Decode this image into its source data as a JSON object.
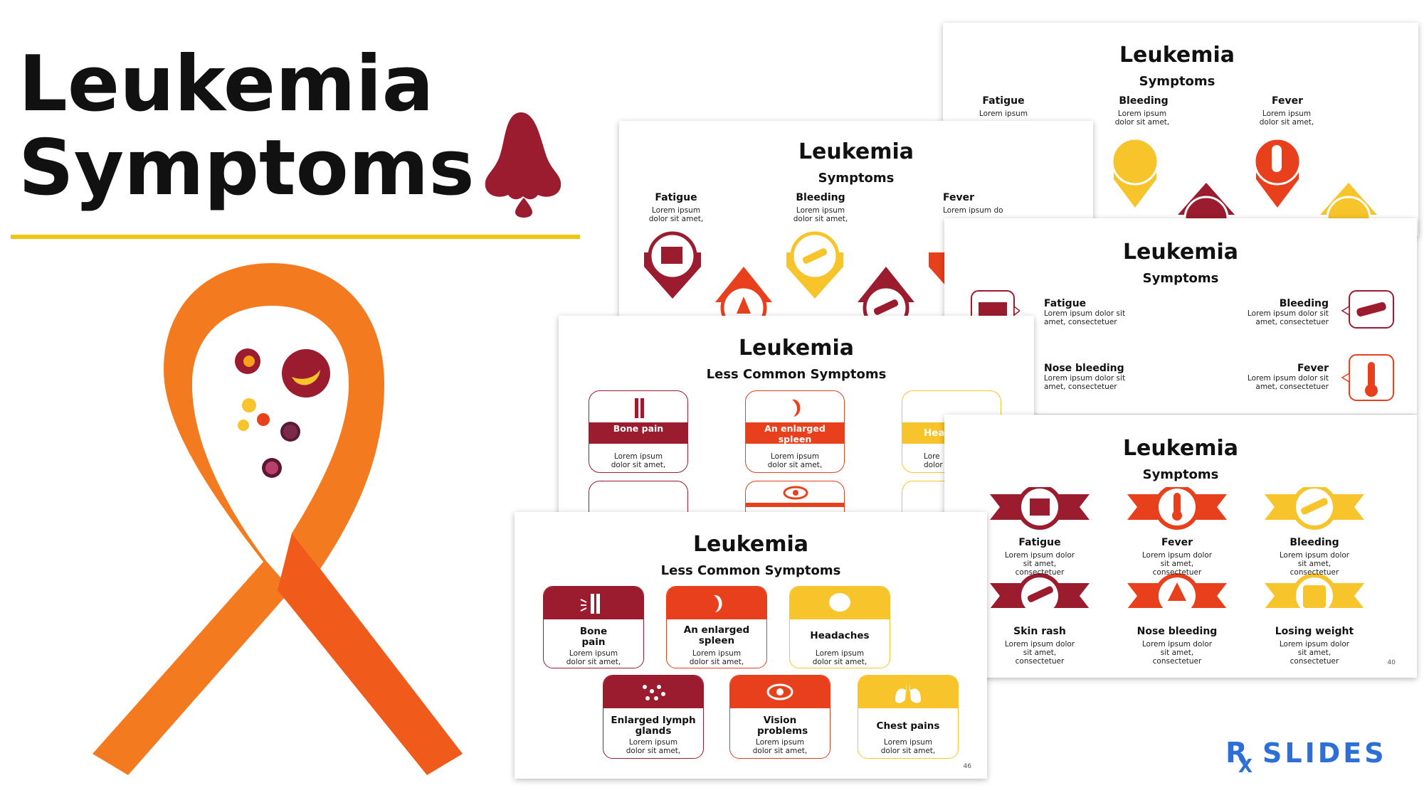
{
  "hero": {
    "title_line1": "Leukemia",
    "title_line2": "Symptoms"
  },
  "colors": {
    "maroon": "#9b1c2e",
    "red": "#e8401c",
    "yellow": "#f7c42b",
    "orange": "#f47a20",
    "accent_rule": "#f1c40f",
    "logo_blue": "#2d6fd6"
  },
  "slide_a": {
    "title": "Leukemia",
    "subtitle": "Symptoms",
    "items": [
      {
        "label": "Fatigue",
        "text": "Lorem ipsum"
      },
      {
        "label": "Bleeding",
        "text": "Lorem ipsum dolor sit amet,"
      },
      {
        "label": "Fever",
        "text": "Lorem ipsum dolor sit amet,"
      }
    ]
  },
  "slide_b": {
    "title": "Leukemia",
    "subtitle": "Symptoms",
    "items": [
      {
        "label": "Fatigue",
        "text": "Lorem ipsum dolor sit amet,"
      },
      {
        "label": "Bleeding",
        "text": "Lorem ipsum dolor sit amet,"
      },
      {
        "label": "Fever",
        "text": "Lorem ipsum do"
      }
    ]
  },
  "slide_c": {
    "title": "Leukemia",
    "subtitle": "Symptoms",
    "items": [
      {
        "label": "Fatigue",
        "text": "Lorem ipsum dolor sit amet, consectetuer"
      },
      {
        "label": "Bleeding",
        "text": "Lorem ipsum dolor sit amet, consectetuer"
      },
      {
        "label": "Nose bleeding",
        "text": "Lorem ipsum dolor sit amet, consectetuer"
      },
      {
        "label": "Fever",
        "text": "Lorem ipsum dolor sit amet, consectetuer"
      }
    ]
  },
  "slide_d": {
    "title": "Leukemia",
    "subtitle": "Less Common Symptoms",
    "cards": [
      {
        "label": "Bone pain",
        "text": "Lorem ipsum dolor sit amet,"
      },
      {
        "label": "An enlarged spleen",
        "text": "Lorem ipsum dolor sit amet,"
      },
      {
        "label": "Head",
        "text": "Lore dolor"
      }
    ]
  },
  "slide_e": {
    "title": "Leukemia",
    "subtitle": "Symptoms",
    "items": [
      {
        "label": "Fatigue",
        "text": "Lorem ipsum dolor sit amet, consectetuer"
      },
      {
        "label": "Fever",
        "text": "Lorem ipsum dolor sit amet, consectetuer"
      },
      {
        "label": "Bleeding",
        "text": "Lorem ipsum dolor sit amet, consectetuer"
      },
      {
        "label": "Skin rash",
        "text": "Lorem ipsum dolor sit amet, consectetuer"
      },
      {
        "label": "Nose bleeding",
        "text": "Lorem ipsum dolor sit amet, consectetuer"
      },
      {
        "label": "Losing weight",
        "text": "Lorem ipsum dolor sit amet, consectetuer"
      }
    ],
    "page_number": "40"
  },
  "slide_f": {
    "title": "Leukemia",
    "subtitle": "Less Common Symptoms",
    "cards": [
      {
        "label": "Bone pain",
        "text": "Lorem ipsum dolor sit amet,"
      },
      {
        "label": "An enlarged spleen",
        "text": "Lorem ipsum dolor sit amet,"
      },
      {
        "label": "Headaches",
        "text": "Lorem ipsum dolor sit amet,"
      },
      {
        "label": "Enlarged lymph glands",
        "text": "Lorem ipsum dolor sit amet,"
      },
      {
        "label": "Vision problems",
        "text": "Lorem ipsum dolor sit amet,"
      },
      {
        "label": "Chest pains",
        "text": "Lorem ipsum dolor sit amet,"
      }
    ],
    "page_number": "46"
  },
  "logo": {
    "text": "RX SLIDES"
  }
}
